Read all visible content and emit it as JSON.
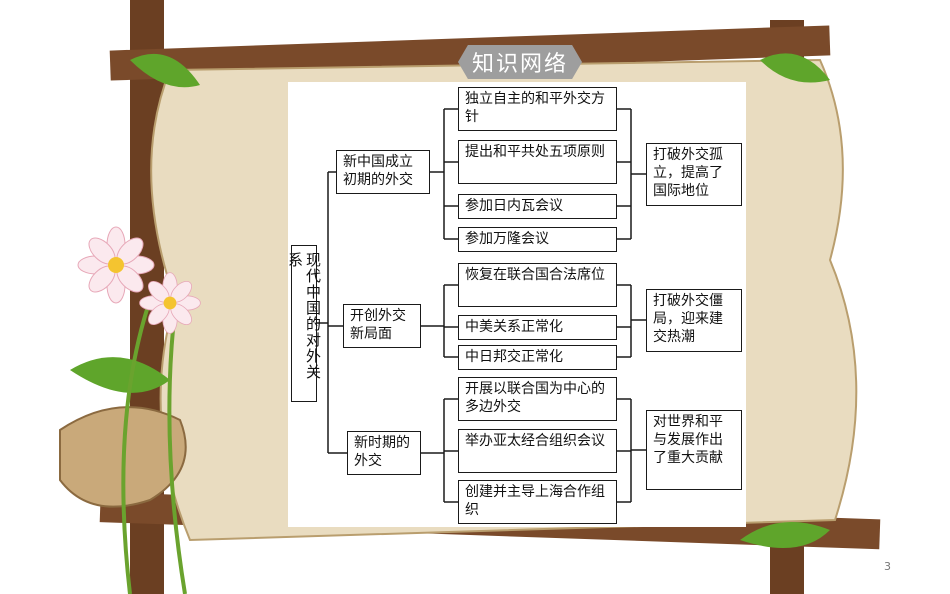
{
  "title": "知识网络",
  "root": "现代中国的对外关系",
  "groups": [
    {
      "label": "新中国成立初期的外交",
      "items": [
        "独立自主的和平外交方针",
        "提出和平共处五项原则",
        "参加日内瓦会议",
        "参加万隆会议"
      ],
      "result": "打破外交孤立，提高了国际地位"
    },
    {
      "label": "开创外交新局面",
      "items": [
        "恢复在联合国合法席位",
        "中美关系正常化",
        "中日邦交正常化"
      ],
      "result": "打破外交僵局，迎来建交热潮"
    },
    {
      "label": "新时期的外交",
      "items": [
        "开展以联合国为中心的多边外交",
        "举办亚太经合组织会议",
        "创建并主导上海合作组织"
      ],
      "result": "对世界和平与发展作出了重大贡献"
    }
  ],
  "page_number": "3",
  "colors": {
    "paper": "#e9dcc0",
    "wood": "#6b3f22",
    "leaf": "#5fa52b",
    "title_bg": "#9e9e9e"
  }
}
